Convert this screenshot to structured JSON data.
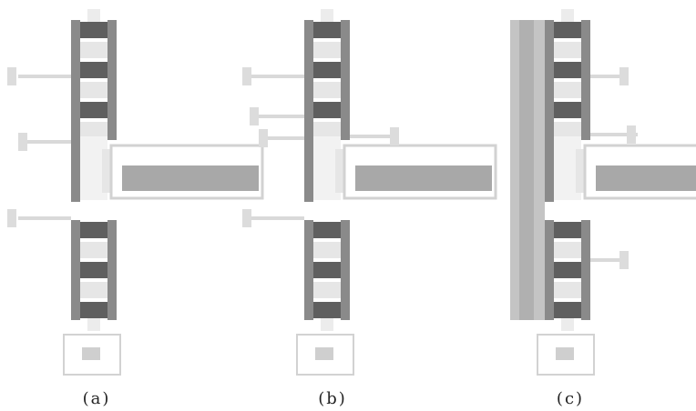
{
  "figure": {
    "panels": [
      {
        "caption": "(a)"
      },
      {
        "caption": "(b)"
      },
      {
        "caption": "(c)"
      }
    ],
    "colors": {
      "dark_cell": "#5f5f5f",
      "mid_cell": "#8a8a8a",
      "light_cell": "#e6e6e6",
      "branch_fill": "#a8a8a8",
      "outline": "#d2d2d2",
      "leader": "#d9d9d9"
    }
  }
}
